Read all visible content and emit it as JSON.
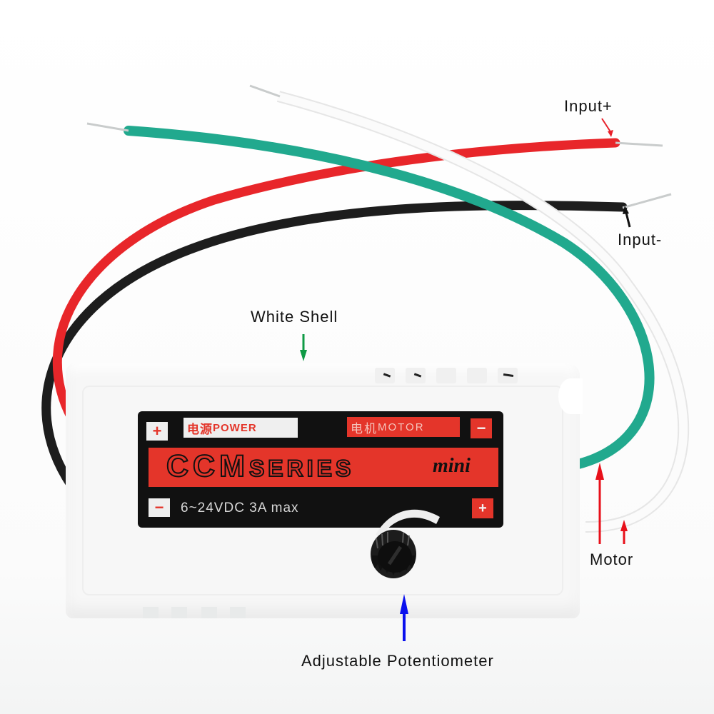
{
  "image": {
    "subject": "CCM series mini DC motor speed controller",
    "background_color": "#ffffff"
  },
  "annotations": [
    {
      "id": "input-plus",
      "label": "Input+",
      "arrow_color": "#e8202a"
    },
    {
      "id": "input-minus",
      "label": "Input-",
      "arrow_color": "#111111"
    },
    {
      "id": "white-shell",
      "label": "White Shell",
      "arrow_color": "#0f9a45"
    },
    {
      "id": "motor",
      "label": "Motor",
      "arrow_color": "#e8101a"
    },
    {
      "id": "potentiometer",
      "label": "Adjustable Potentiometer",
      "arrow_color": "#0a10ee"
    }
  ],
  "device_label": {
    "plus_symbol": "+",
    "minus_symbol": "−",
    "power_cn": "电源",
    "power_en": "POWER",
    "motor_cn": "电机",
    "motor_en": "MOTOR",
    "series_big": "CCM",
    "series_small": "SERIES",
    "series_suffix": "mini",
    "rating": "6~24VDC 3A max"
  },
  "wires": [
    {
      "name": "red-wire",
      "color": "#e8262a",
      "role": "Input+"
    },
    {
      "name": "black-wire",
      "color": "#1d1d1d",
      "role": "Input-"
    },
    {
      "name": "green-wire",
      "color": "#21a98e",
      "role": "Motor"
    },
    {
      "name": "white-wire",
      "color": "#f2f2f2",
      "role": "Motor"
    }
  ],
  "colors": {
    "label_red": "#e4352a",
    "label_black": "#111111",
    "shell": "#f7f7f7"
  }
}
